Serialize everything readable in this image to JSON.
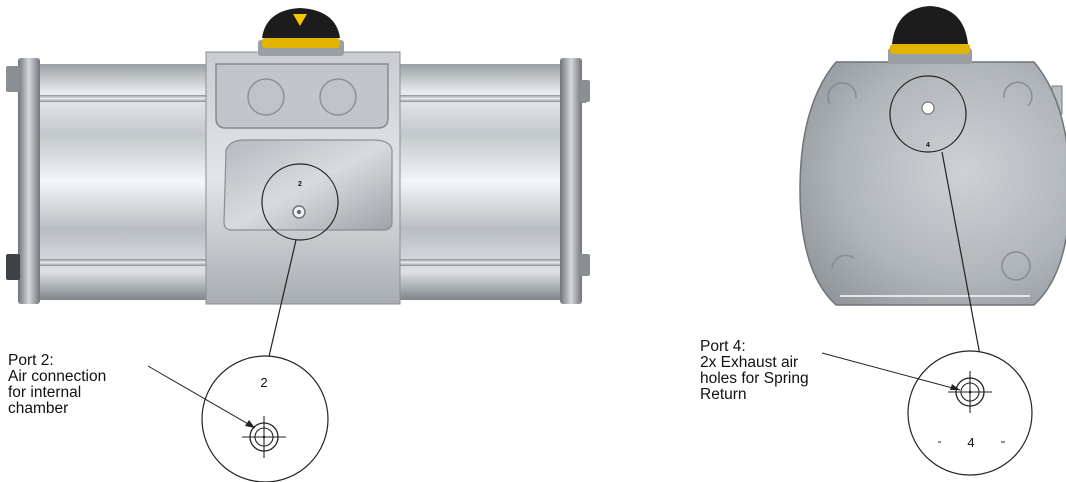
{
  "left_view": {
    "port_label": "2",
    "detail_number": "2",
    "callout_lines": [
      "Port 2:",
      "Air connection",
      "for internal",
      "chamber"
    ]
  },
  "right_view": {
    "port_label": "4",
    "detail_number": "4",
    "callout_lines": [
      "Port 4:",
      "2x Exhaust air",
      "holes for Spring",
      "Return"
    ]
  },
  "colors": {
    "indicator_yellow": "#f5c400",
    "cap_black": "#1c1c1c",
    "metal_light": "#e6e8ea",
    "metal_dark": "#8e9398",
    "line": "#222222"
  }
}
